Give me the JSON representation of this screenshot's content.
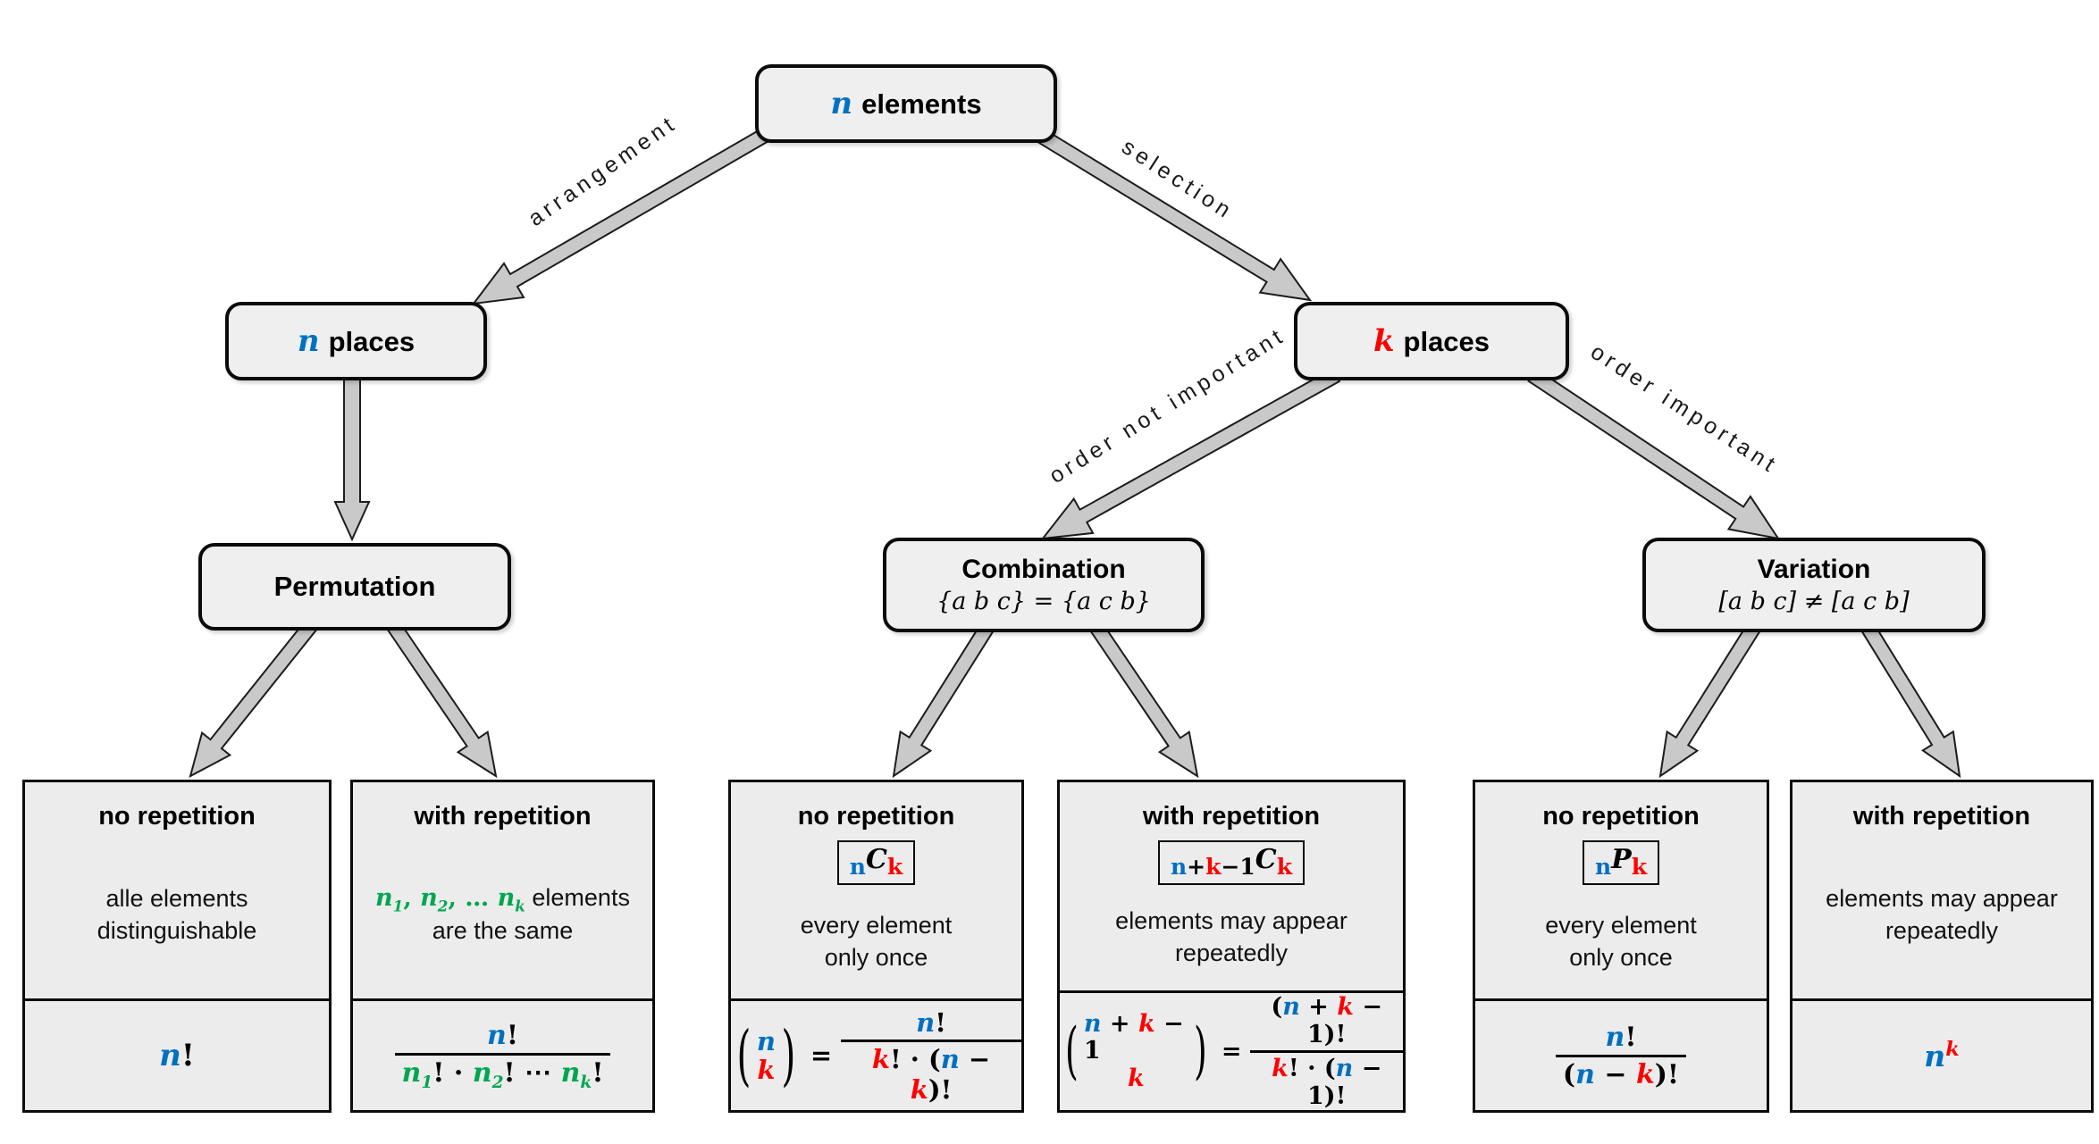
{
  "colors": {
    "blue": "#0070C0",
    "red": "#FF0000",
    "green": "#00A651",
    "node_fill": "#EFEFEF",
    "leaf_fill": "#ECECEC",
    "arrow_fill": "#C9C9C9",
    "line": "#0B0B0B"
  },
  "nodes": {
    "elements": {
      "variable": "n",
      "label": "elements"
    },
    "n_places": {
      "variable": "n",
      "label": "places"
    },
    "k_places": {
      "variable": "k",
      "label": "places"
    },
    "permutation": {
      "title": "Permutation"
    },
    "combination": {
      "title": "Combination",
      "subtitle": "{a b c} = {a c b}"
    },
    "variation": {
      "title": "Variation",
      "subtitle": "[a b c] ≠ [a c b]"
    }
  },
  "edge_labels": {
    "arrangement": "arrangement",
    "selection": "selection",
    "order_not_important": "order not important",
    "order_important": "order important"
  },
  "leaves": [
    {
      "title": "no repetition",
      "desc1": "alle elements",
      "desc2": "distinguishable",
      "formula": {
        "n": "n",
        "bang": "!"
      }
    },
    {
      "title": "with repetition",
      "desc": {
        "n1": "n",
        "s1": "1",
        "c1": ", ",
        "n2": "n",
        "s2": "2",
        "c2": ", … ",
        "n3": "n",
        "s3": "k",
        "rest": " elements",
        "line2": "are the same"
      },
      "formula": {
        "num_n": "n",
        "num_bang": "!",
        "dn1": "n",
        "ds1": "1",
        "dp1": "! · ",
        "dn2": "n",
        "ds2": "2",
        "dp2": "! ⋯ ",
        "dn3": "n",
        "ds3": "k",
        "dp3": "!"
      }
    },
    {
      "title": "no repetition",
      "badge": {
        "pre": "n",
        "main": "C",
        "post": "k"
      },
      "desc1": "every element",
      "desc2": "only once",
      "formula": {
        "lp": "(",
        "top": "n",
        "bottom": "k",
        "rp": ")",
        "eq": "=",
        "num_n": "n",
        "num_bang": "!",
        "den_k": "k",
        "den_m": "! · (",
        "den_n": "n",
        "den_minus": " − ",
        "den_k2": "k",
        "den_e": ")!"
      }
    },
    {
      "title": "with repetition",
      "badge": {
        "pre_n": "n",
        "pre_plus": "+",
        "pre_k": "k",
        "pre_m1": "−1",
        "main": "C",
        "post": "k"
      },
      "desc1": "elements may appear",
      "desc2": "repeatedly",
      "formula": {
        "lp": "(",
        "top_n": "n",
        "top_plus": " + ",
        "top_k": "k",
        "top_m1": " − 1",
        "bottom": "k",
        "rp": ")",
        "eq": "=",
        "num_o": "(",
        "num_n": "n",
        "num_p": " + ",
        "num_k": "k",
        "num_e": " − 1)!",
        "den_k": "k",
        "den_m": "! · (",
        "den_n": "n",
        "den_e": " − 1)!"
      }
    },
    {
      "title": "no repetition",
      "badge": {
        "pre": "n",
        "main": "P",
        "post": "k"
      },
      "desc1": "every element",
      "desc2": "only once",
      "formula": {
        "num_n": "n",
        "num_bang": "!",
        "den_o": "(",
        "den_n": "n",
        "den_minus": " − ",
        "den_k": "k",
        "den_e": ")!"
      }
    },
    {
      "title": "with repetition",
      "desc1": "elements may appear",
      "desc2": "repeatedly",
      "formula": {
        "base": "n",
        "exp": "k"
      }
    }
  ]
}
